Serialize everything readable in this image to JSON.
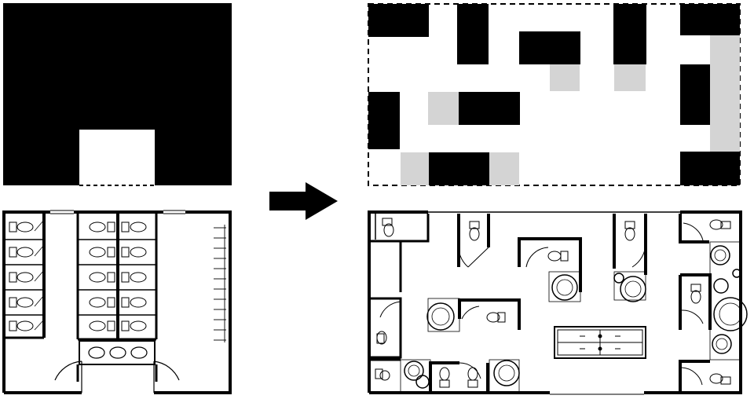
{
  "diagram": {
    "panels": [
      {
        "id": "massing-before",
        "description_visible_text": ""
      },
      {
        "id": "massing-after",
        "description_visible_text": ""
      },
      {
        "id": "plan-before",
        "description_visible_text": ""
      },
      {
        "id": "plan-after",
        "description_visible_text": ""
      }
    ],
    "transition_arrow": {
      "direction": "right"
    },
    "colors": {
      "solid": "#000000",
      "void": "#ffffff",
      "semi": "#d4d4d4",
      "line": "#000000"
    }
  }
}
